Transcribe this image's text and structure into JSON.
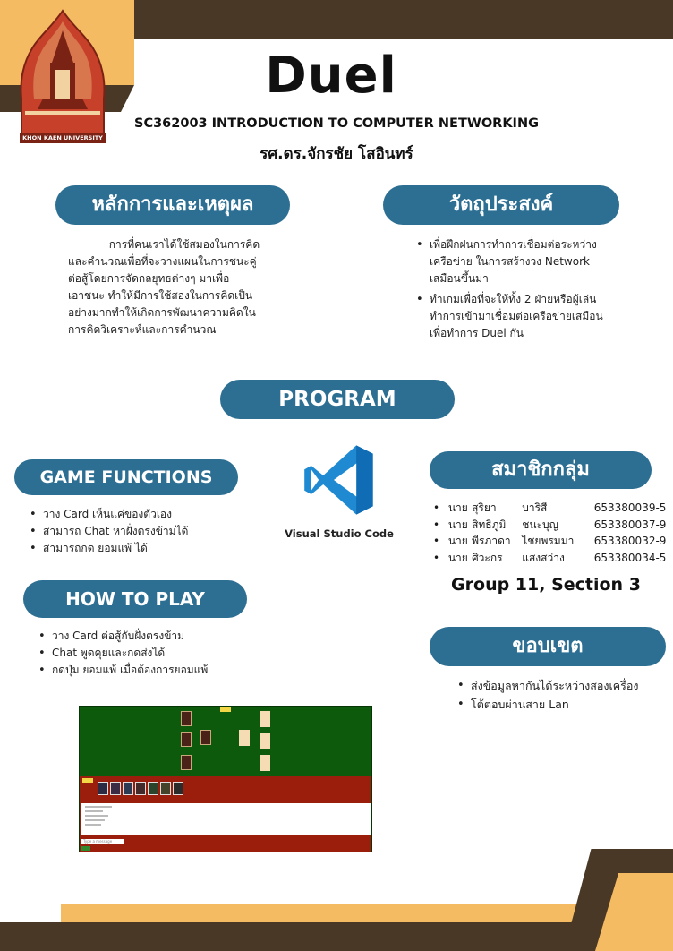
{
  "header": {
    "logo_text": "KHON KAEN UNIVERSITY",
    "title": "Duel",
    "course": "SC362003 INTRODUCTION TO COMPUTER NETWORKING",
    "instructor": "รศ.ดร.จักรชัย โสอินทร์"
  },
  "rationale": {
    "heading": "หลักการและเหตุผล",
    "lines": [
      "            การที่คนเราได้ใช้สมองในการคิด",
      "และคำนวณเพื่อที่จะวางแผนในการชนะคู่",
      "ต่อสู้โดยการจัดกลยุทธต่างๆ มาเพื่อ",
      "เอาชนะ ทำให้มีการใช้สองในการคิดเป็น",
      "อย่างมากทำให้เกิดการพัฒนาความคิดใน",
      "การคิดวิเคราะห์และการคำนวณ"
    ]
  },
  "objectives": {
    "heading": "วัตถุประสงค์",
    "items": [
      "เพื่อฝึกฝนการทำการเชื่อมต่อระหว่างเครือข่าย ในการสร้างวง Network เสมือนขึ้นมา",
      "ทำเกมเพื่อที่จะให้ทั้ง 2 ฝ่ายหรือผู้เล่นทำการเข้ามาเชื่อมต่อเครือข่ายเสมือนเพื่อทำการ Duel กัน"
    ]
  },
  "program": {
    "heading": "PROGRAM",
    "tool_label": "Visual Studio Code"
  },
  "game_functions": {
    "heading": "GAME FUNCTIONS",
    "items": [
      "วาง Card เห็นแค่ของตัวเอง",
      "สามารถ Chat หาฝั่งตรงข้ามได้",
      "สามารถกด ยอมแพ้ ได้"
    ]
  },
  "how_to_play": {
    "heading": "HOW TO PLAY",
    "items": [
      "วาง Card ต่อสู้กับฝั่งตรงข้าม",
      "Chat พูดคุยและกดส่งได้",
      "กดปุ่ม ยอมแพ้ เมื่อต้องการยอมแพ้"
    ]
  },
  "members": {
    "heading": "สมาชิกกลุ่ม",
    "rows": [
      {
        "title": "นาย",
        "first": "สุริยา",
        "last": "บาริสี",
        "id": "653380039-5"
      },
      {
        "title": "นาย",
        "first": "สิทธิภูมิ",
        "last": "ชนะบุญ",
        "id": "653380037-9"
      },
      {
        "title": "นาย",
        "first": "พีรภาดา",
        "last": "ไชยพรมมา",
        "id": "653380032-9"
      },
      {
        "title": "นาย",
        "first": "ศิวะกร",
        "last": "แสงสว่าง",
        "id": "653380034-5"
      }
    ],
    "group": "Group 11, Section 3"
  },
  "scope": {
    "heading": "ขอบเขต",
    "items": [
      "ส่งข้อมูลหากันได้ระหว่างสองเครื่อง",
      "โต้ตอบผ่านสาย Lan"
    ]
  },
  "screenshot": {
    "chat_placeholder": "Type a message"
  },
  "colors": {
    "accent_blue": "#2d6f93",
    "dark_brown": "#4a3826",
    "tan": "#f5bb62",
    "logo_red": "#c6402a",
    "game_green": "#0d5a0d",
    "game_red": "#9b1d0c"
  }
}
